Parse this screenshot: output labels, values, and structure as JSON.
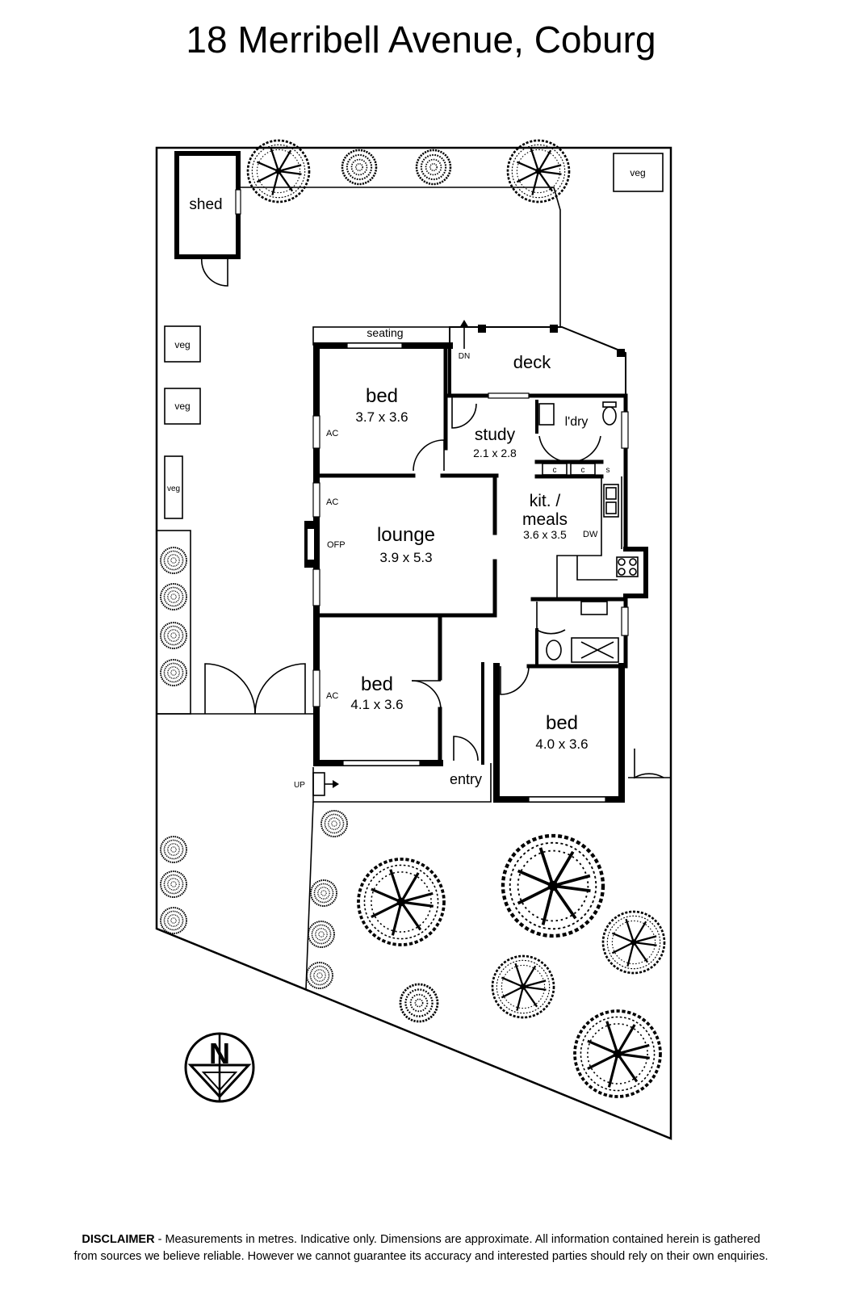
{
  "title": "18 Merribell Avenue, Coburg",
  "rooms": {
    "bed_nw": {
      "name": "bed",
      "dims": "3.7 x 3.6"
    },
    "study": {
      "name": "study",
      "dims": "2.1 x 2.8"
    },
    "lounge": {
      "name": "lounge",
      "dims": "3.9 x 5.3"
    },
    "kitchen": {
      "name_line1": "kit. /",
      "name_line2": "meals",
      "dims": "3.6 x 3.5"
    },
    "bed_sw": {
      "name": "bed",
      "dims": "4.1 x 3.6"
    },
    "bed_se": {
      "name": "bed",
      "dims": "4.0 x 3.6"
    },
    "deck": {
      "name": "deck"
    },
    "laundry": {
      "name": "l'dry"
    },
    "entry": {
      "name": "entry"
    },
    "shed": {
      "name": "shed"
    }
  },
  "labels": {
    "seating": "seating",
    "down": "DN",
    "up": "UP",
    "ac1": "AC",
    "ac2": "AC",
    "ac3": "AC",
    "ofp": "OFP",
    "dw": "DW",
    "cupboard1": "c",
    "cupboard2": "c",
    "shelf": "s",
    "veg1": "veg",
    "veg2": "veg",
    "veg3": "veg",
    "veg4": "veg",
    "compass": "N"
  },
  "disclaimer": {
    "bold": "DISCLAIMER",
    "line1": " - Measurements in metres. Indicative only. Dimensions are approximate. All information contained herein is gathered",
    "line2": "from sources we believe reliable. However we cannot guarantee its accuracy and interested parties should rely on their own enquiries."
  }
}
